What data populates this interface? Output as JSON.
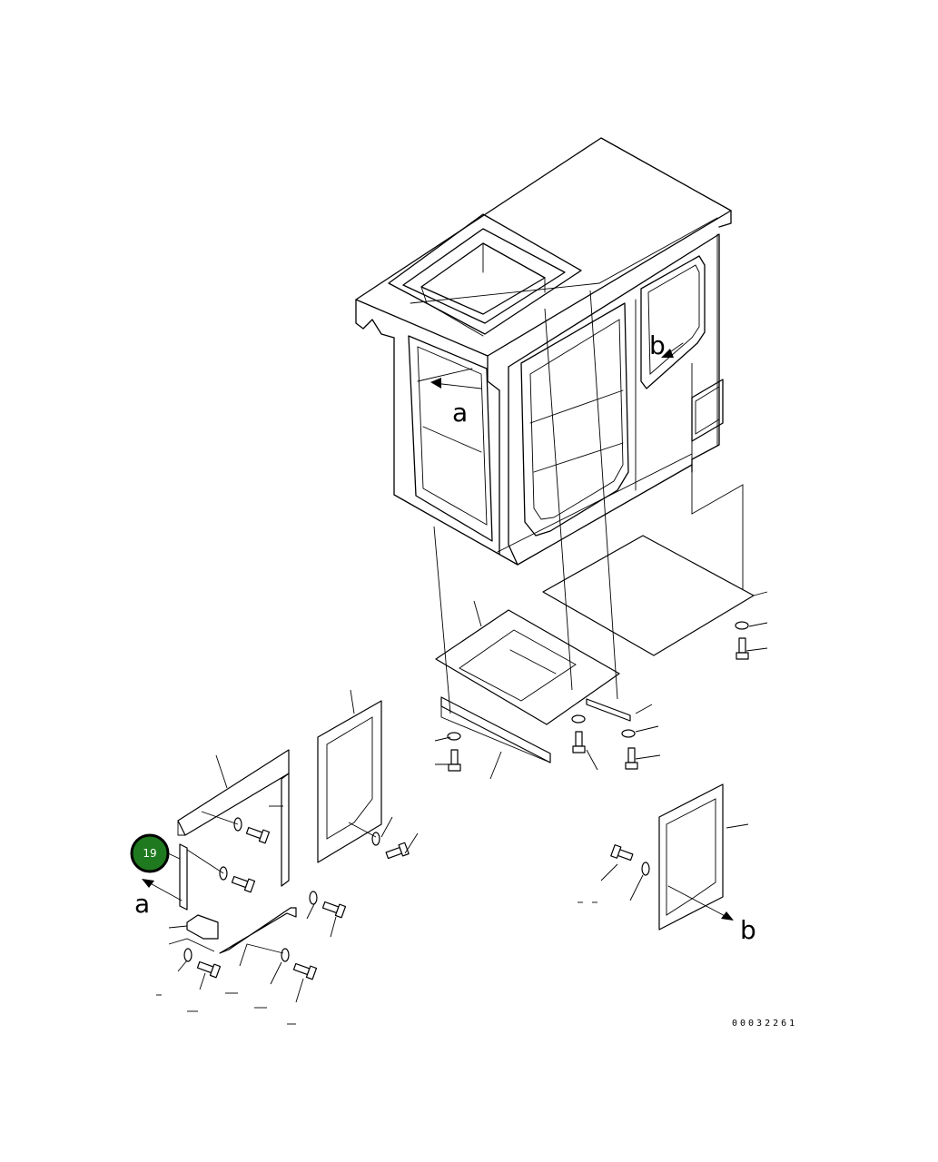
{
  "callout": {
    "number": "19",
    "color": "#1f7a1f"
  },
  "view_labels": {
    "a_left": "a",
    "a_cab": "a",
    "b_cab": "b",
    "b_right": "b"
  },
  "drawing_code": "00032261"
}
